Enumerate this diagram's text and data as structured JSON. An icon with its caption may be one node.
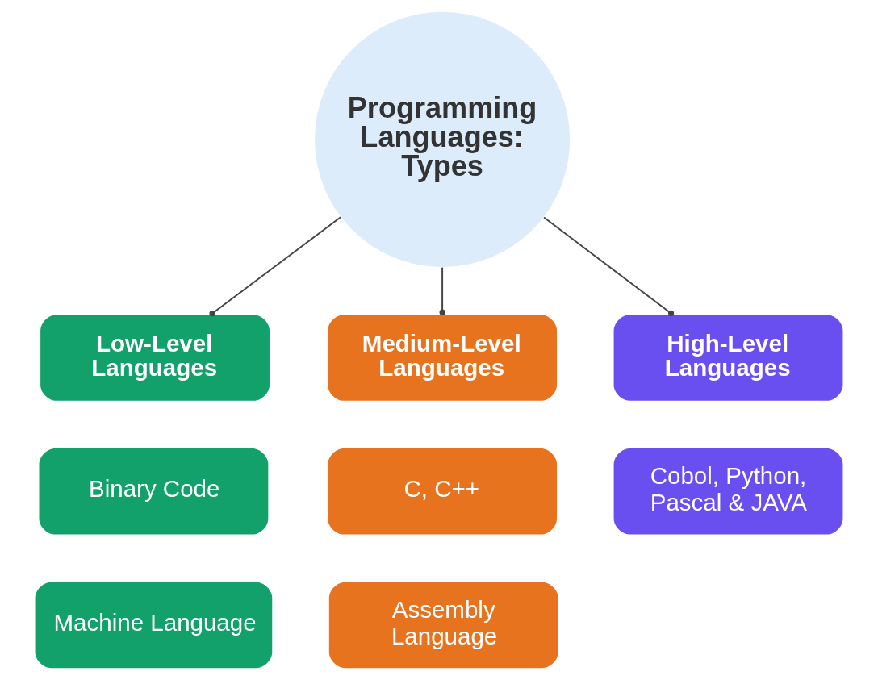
{
  "diagram": {
    "nodes": [
      {
        "text": [
          "Programming Languages: Types"
        ]
      },
      {
        "text": [
          "Low-Level Languages"
        ]
      },
      {
        "text": [
          "Medium-Level Languages"
        ]
      },
      {
        "text": [
          "High-Level Languages"
        ]
      },
      {
        "text": [
          "Binary Code"
        ]
      },
      {
        "text": [
          "C, C++"
        ]
      },
      {
        "text": [
          "Cobol, Python, Pascal & JAVA"
        ]
      },
      {
        "text": [
          "Machine Language"
        ]
      },
      {
        "text": [
          "Assembly Language"
        ]
      }
    ],
    "edges": [
      {
        "from": 0,
        "to": 1,
        "arrow": "other"
      },
      {
        "from": 0,
        "to": 2,
        "arrow": "other"
      },
      {
        "from": 0,
        "to": 3,
        "arrow": "other"
      }
    ]
  }
}
